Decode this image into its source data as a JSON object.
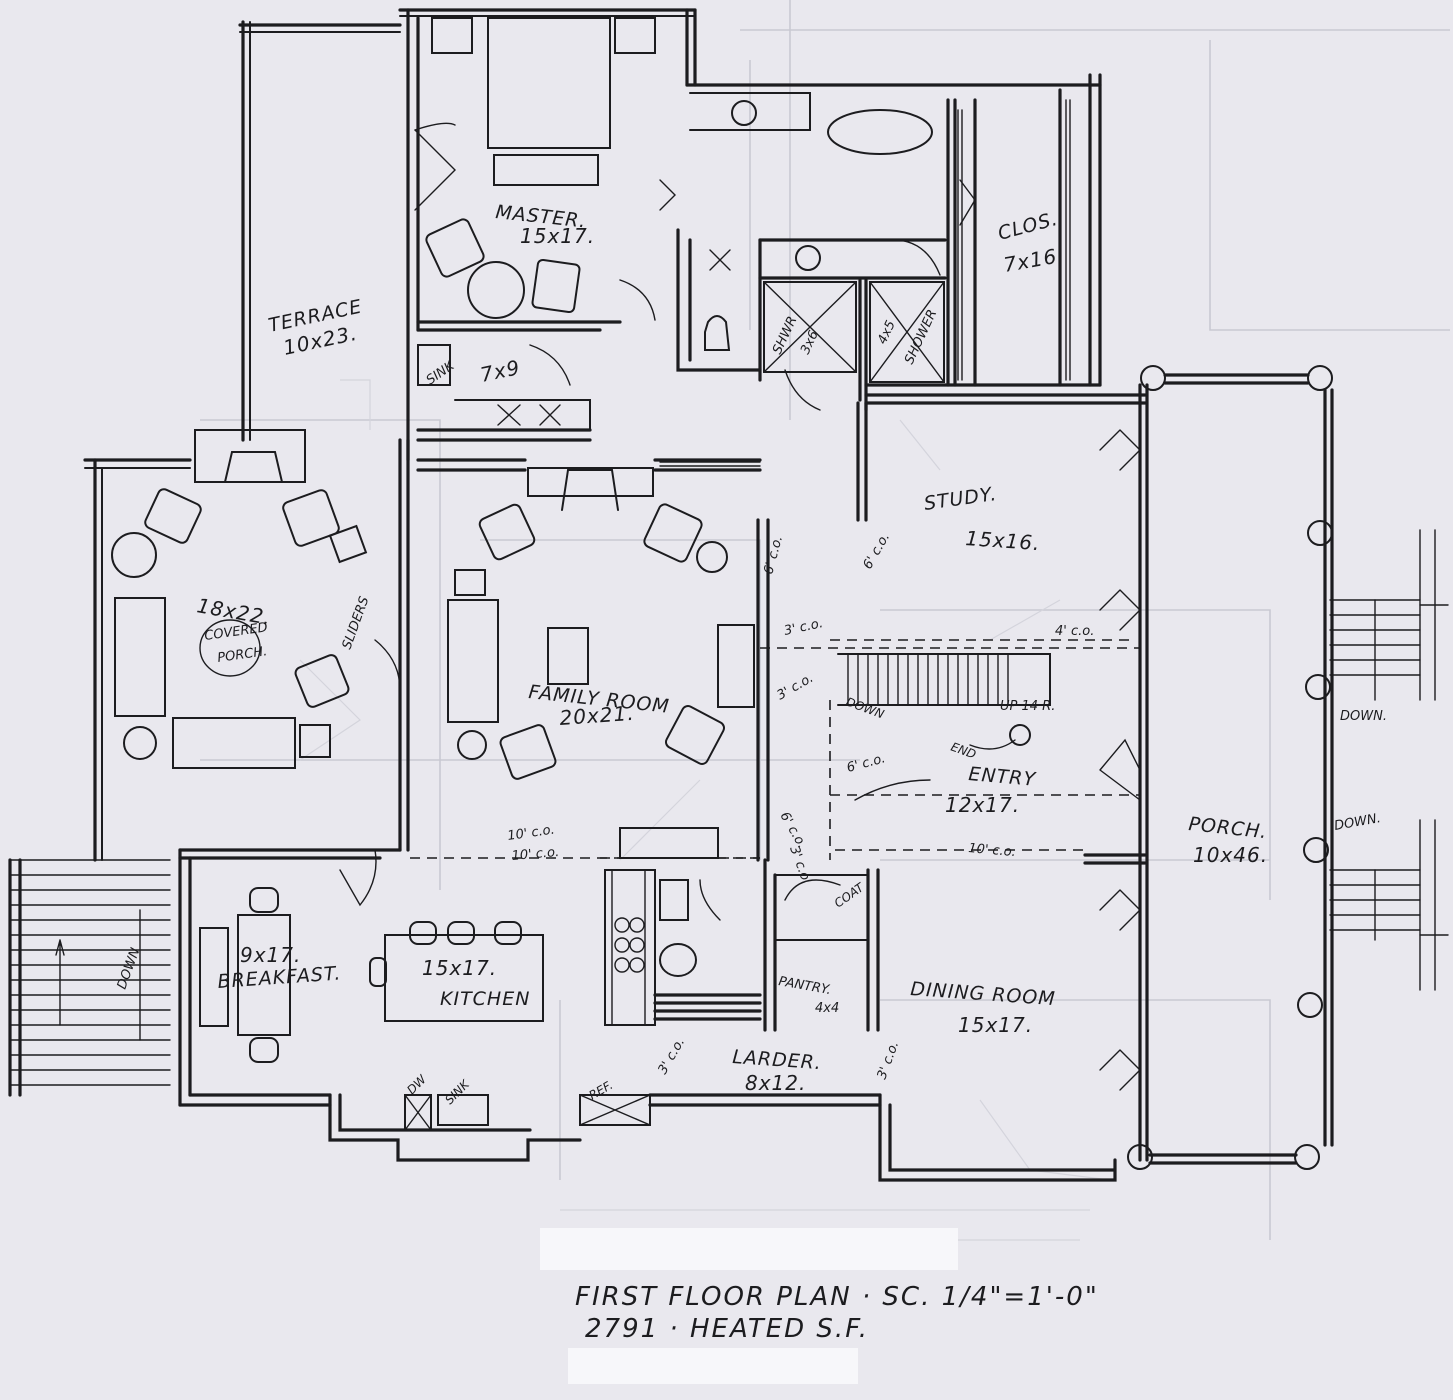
{
  "plan": {
    "title": "FIRST FLOOR PLAN · SC. 1/4\"=1'-0\"",
    "area": "2791 · HEATED S.F."
  },
  "rooms": {
    "master": {
      "name": "MASTER.",
      "size": "15x17."
    },
    "clos": {
      "name": "CLOS.",
      "size": "7x16."
    },
    "terrace": {
      "name": "TERRACE",
      "size": "10x23."
    },
    "wic": {
      "size": "7x9"
    },
    "sink_bath": "SINK",
    "covered_porch": {
      "size": "18x22.",
      "name_line1": "COVERED",
      "name_line2": "PORCH."
    },
    "sliders": "SLIDERS",
    "family_room": {
      "name": "FAMILY ROOM",
      "size": "20x21."
    },
    "study": {
      "name": "STUDY.",
      "size": "15x16."
    },
    "shower1": {
      "line1": "SHWR",
      "line2": "3x6"
    },
    "shower2": {
      "line1": "4x5",
      "line2": "SHOWER"
    },
    "stair": {
      "dn": "DOWN",
      "up": "UP 14 R.",
      "end": "END"
    },
    "entry": {
      "name": "ENTRY",
      "size": "12x17."
    },
    "porch": {
      "name": "PORCH.",
      "size": "10x46."
    },
    "breakfast": {
      "size": "9x17.",
      "name": "BREAKFAST."
    },
    "kitchen": {
      "size": "15x17.",
      "name": "KITCHEN"
    },
    "coat": "COAT",
    "pantry": {
      "name": "PANTRY.",
      "size": "4x4"
    },
    "dining": {
      "name": "DINING ROOM",
      "size": "15x17."
    },
    "larder": {
      "name": "LARDER.",
      "size": "8x12."
    },
    "down_left": "DOWN",
    "sink_kitchen": "SINK",
    "dw": "DW",
    "ref": "REF.",
    "down_porch1": "DOWN.",
    "down_porch2": "DOWN."
  },
  "openings": {
    "o1": "10' c.o.",
    "o2": "6' c.o.",
    "o3": "3' c.o.",
    "o4": "4' c.o.",
    "o5": "3' c.o.",
    "o6": "6' c.o.",
    "o7": "6' c.o.",
    "o8": "3' c.o.",
    "o9": "10' c.o.",
    "o10": "10' c.o.",
    "o11": "3' c.o.",
    "o12": "3' c.o.",
    "o13": "6' c.o."
  }
}
